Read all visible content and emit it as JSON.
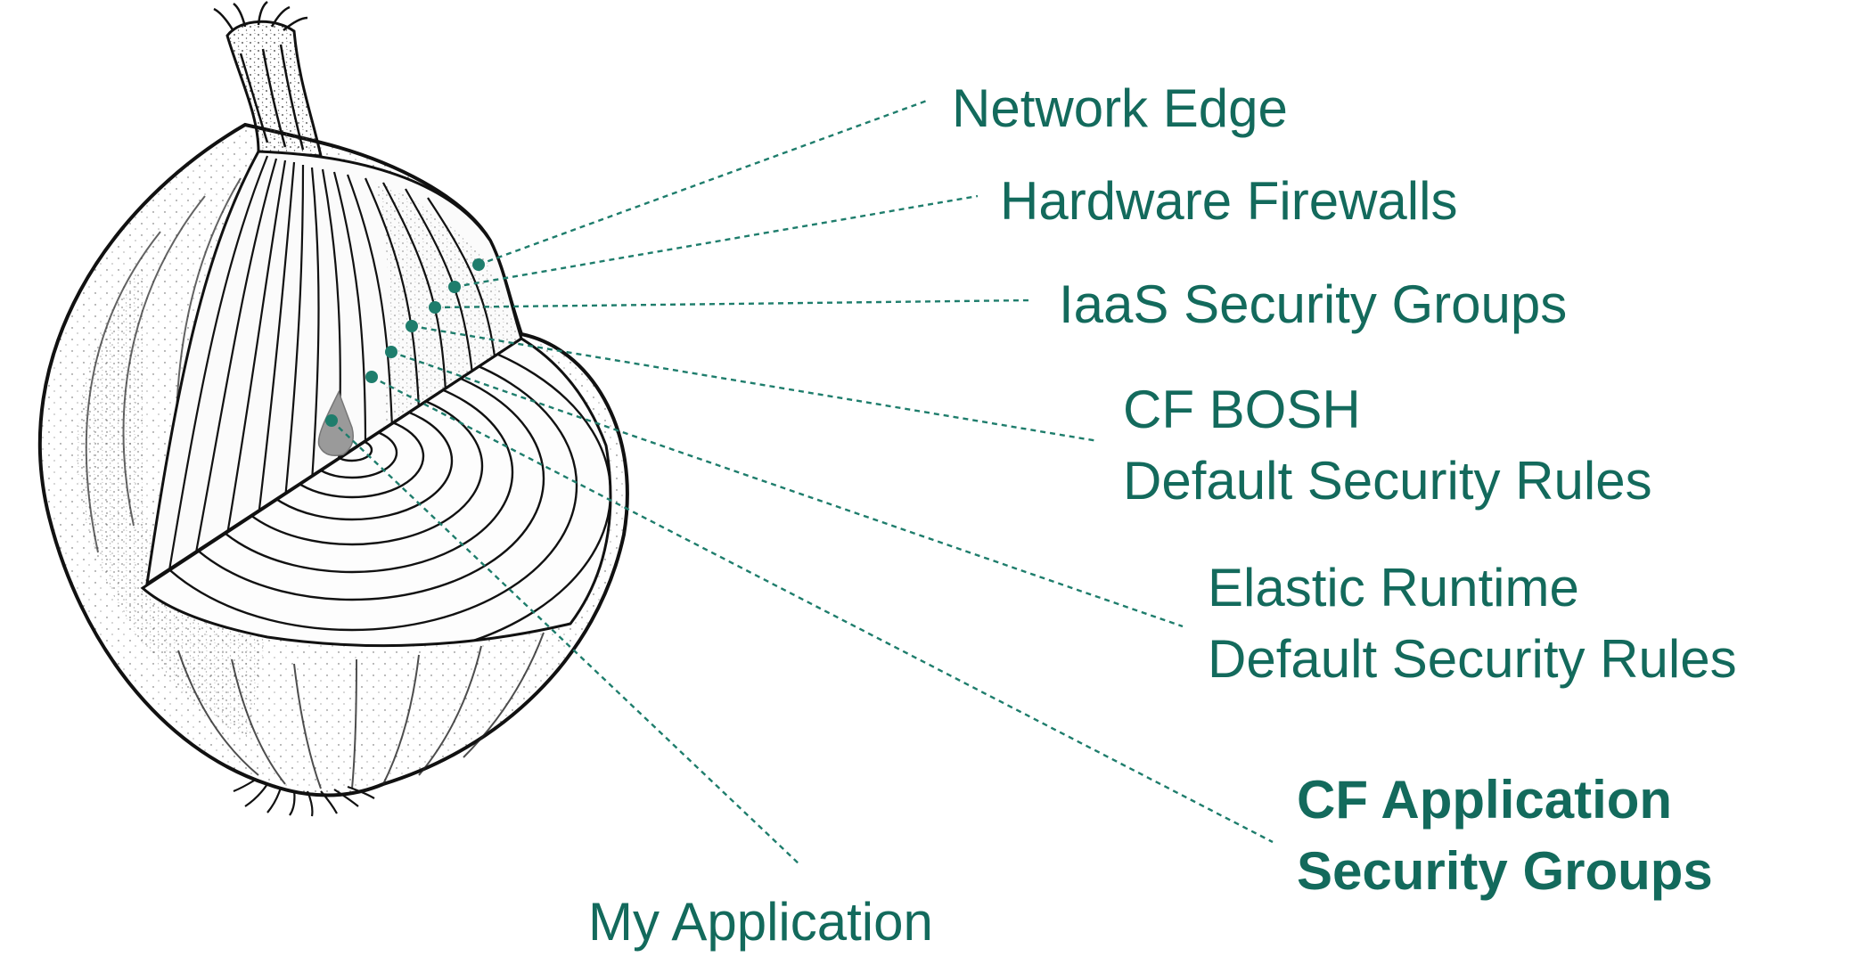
{
  "layers": [
    {
      "id": "network-edge",
      "lines": [
        "Network Edge"
      ],
      "bold": false
    },
    {
      "id": "hardware-firewalls",
      "lines": [
        "Hardware Firewalls"
      ],
      "bold": false
    },
    {
      "id": "iaas-security-groups",
      "lines": [
        "IaaS Security Groups"
      ],
      "bold": false
    },
    {
      "id": "cf-bosh",
      "lines": [
        "CF BOSH",
        "Default Security Rules"
      ],
      "bold": false
    },
    {
      "id": "elastic-runtime",
      "lines": [
        "Elastic Runtime",
        "Default Security Rules"
      ],
      "bold": false
    },
    {
      "id": "cf-asg",
      "lines": [
        "CF Application",
        "Security Groups"
      ],
      "bold": true
    },
    {
      "id": "my-application",
      "lines": [
        "My Application"
      ],
      "bold": false
    }
  ],
  "colors": {
    "label": "#136a5c",
    "leader": "#1e7d6c",
    "app_drop": "#9a9a9a"
  },
  "illustration": {
    "subject": "onion cross-section",
    "icon": "onion-illustration"
  }
}
